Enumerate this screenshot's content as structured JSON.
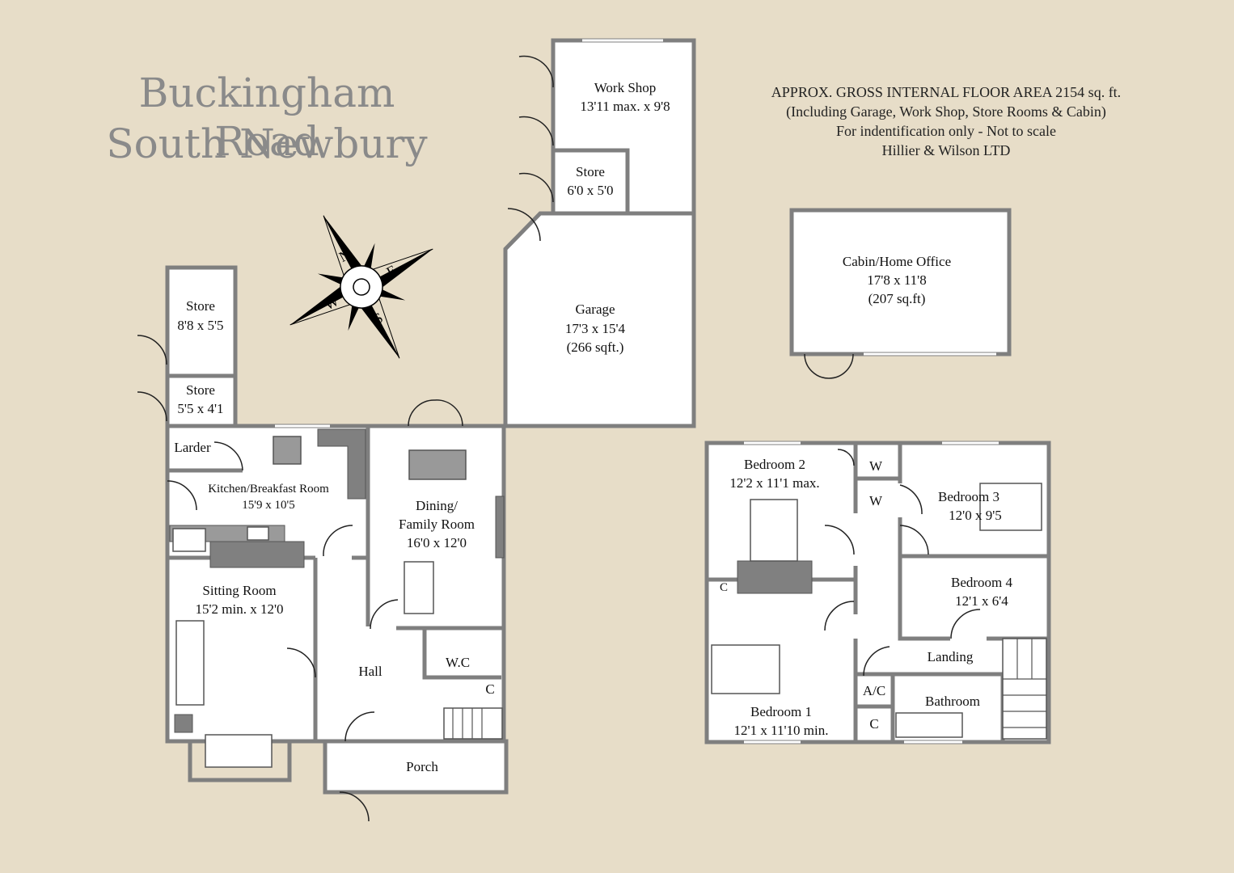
{
  "title": {
    "line1": "Buckingham Road",
    "line2": "South Newbury"
  },
  "notes": [
    "APPROX. GROSS INTERNAL  FLOOR AREA  2154 sq. ft.",
    "(Including Garage, Work Shop, Store Rooms & Cabin)",
    "For indentification only -  Not to scale",
    "Hillier & Wilson LTD"
  ],
  "compass": {
    "n": "N",
    "e": "E",
    "s": "S",
    "w": "W"
  },
  "rooms": {
    "workshop": {
      "name": "Work Shop",
      "size": "13'11 max. x 9'8"
    },
    "store_ws": {
      "name": "Store",
      "size": "6'0 x 5'0"
    },
    "garage": {
      "name": "Garage",
      "size": "17'3 x 15'4",
      "area": "(266 sqft.)"
    },
    "cabin": {
      "name": "Cabin/Home Office",
      "size": "17'8 x 11'8",
      "area": "(207 sq.ft)"
    },
    "store1": {
      "name": "Store",
      "size": "8'8 x 5'5"
    },
    "store2": {
      "name": "Store",
      "size": "5'5 x 4'1"
    },
    "larder": {
      "name": "Larder"
    },
    "kitchen": {
      "name": "Kitchen/Breakfast Room",
      "size": "15'9 x 10'5"
    },
    "dining": {
      "name": "Dining/",
      "name2": "Family Room",
      "size": "16'0 x 12'0"
    },
    "sitting": {
      "name": "Sitting Room",
      "size": "15'2 min. x 12'0"
    },
    "hall": {
      "name": "Hall"
    },
    "wc": {
      "name": "W.C"
    },
    "cupboard": {
      "name": "C"
    },
    "porch": {
      "name": "Porch"
    },
    "bedroom2": {
      "name": "Bedroom 2",
      "size": "12'2 x 11'1 max."
    },
    "bedroom3": {
      "name": "Bedroom 3",
      "size": "12'0 x 9'5"
    },
    "bedroom4": {
      "name": "Bedroom 4",
      "size": "12'1 x 6'4"
    },
    "bedroom1": {
      "name": "Bedroom 1",
      "size": "12'1 x 11'10 min."
    },
    "landing": {
      "name": "Landing"
    },
    "bathroom": {
      "name": "Bathroom"
    },
    "wardrobe1": {
      "name": "W"
    },
    "wardrobe2": {
      "name": "W"
    },
    "ac": {
      "name": "A/C"
    },
    "cupboard_up": {
      "name": "C"
    },
    "cupboard_b1": {
      "name": "C"
    }
  },
  "colors": {
    "background": "#e7ddc8",
    "wall": "#7f7f7f",
    "floor": "#ffffff",
    "fixture": "#808080",
    "title": "#8a8a8a"
  }
}
